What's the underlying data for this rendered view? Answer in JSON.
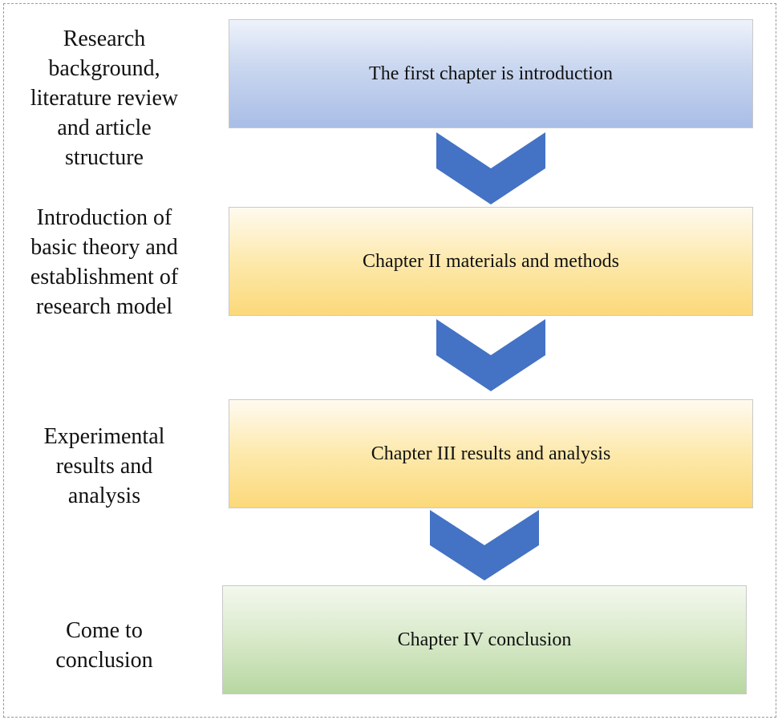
{
  "side_labels": [
    "Research\nbackground,\nliterature review\nand article\nstructure",
    "Introduction of\nbasic theory and\nestablishment of\nresearch model",
    "Experimental\nresults and\nanalysis",
    "Come to\nconclusion"
  ],
  "chapters": [
    "The first chapter is introduction",
    "Chapter II materials and methods",
    "Chapter  III results and analysis",
    "Chapter IV conclusion"
  ],
  "colors": {
    "arrow": "#4472c4",
    "frame": "#9a9a9a"
  }
}
